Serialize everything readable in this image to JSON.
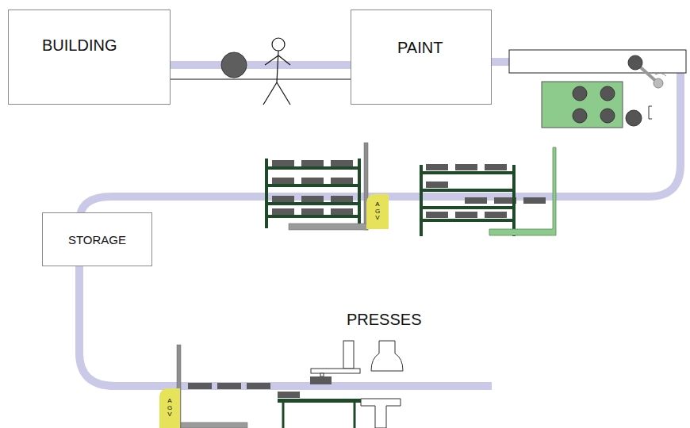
{
  "diagram": {
    "nodes": [
      {
        "text": [
          "BUILDING"
        ]
      },
      {
        "text": [
          "PAINT"
        ]
      },
      {
        "text": [
          "AGV"
        ]
      },
      {
        "text": [
          "STORAGE"
        ]
      },
      {
        "text": [
          "AGV"
        ]
      }
    ],
    "edges": [
      {
        "from": 0,
        "to": 1,
        "arrow": "none"
      },
      {
        "from": 1,
        "to": 3,
        "arrow": "none"
      }
    ],
    "labels": [
      "PRESSES"
    ]
  }
}
